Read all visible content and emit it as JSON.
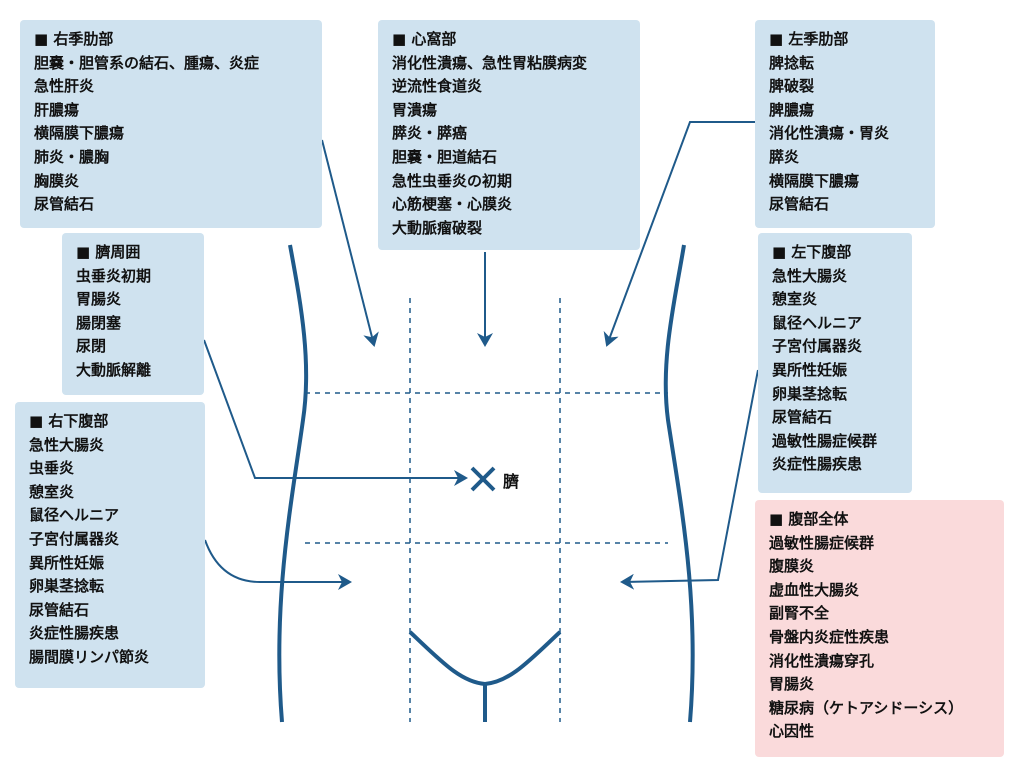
{
  "regions": [
    {
      "title": "右季肋部",
      "items": [
        "胆嚢・胆管系の結石、腫瘍、炎症",
        "急性肝炎",
        "肝膿瘍",
        "横隔膜下膿瘍",
        "肺炎・膿胸",
        "胸膜炎",
        "尿管結石"
      ]
    },
    {
      "title": "心窩部",
      "items": [
        "消化性潰瘍、急性胃粘膜病変",
        "逆流性食道炎",
        "胃潰瘍",
        "膵炎・膵癌",
        "胆嚢・胆道結石",
        "急性虫垂炎の初期",
        "心筋梗塞・心膜炎",
        "大動脈瘤破裂"
      ]
    },
    {
      "title": "左季肋部",
      "items": [
        "脾捻転",
        "脾破裂",
        "脾膿瘍",
        "消化性潰瘍・胃炎",
        "膵炎",
        "横隔膜下膿瘍",
        "尿管結石"
      ]
    },
    {
      "title": "臍周囲",
      "items": [
        "虫垂炎初期",
        "胃腸炎",
        "腸閉塞",
        "尿閉",
        "大動脈解離"
      ]
    },
    {
      "title": "左下腹部",
      "items": [
        "急性大腸炎",
        "憩室炎",
        "鼠径ヘルニア",
        "子宮付属器炎",
        "異所性妊娠",
        "卵巣茎捻転",
        "尿管結石",
        "過敏性腸症候群",
        "炎症性腸疾患"
      ]
    },
    {
      "title": "右下腹部",
      "items": [
        "急性大腸炎",
        "虫垂炎",
        "憩室炎",
        "鼠径ヘルニア",
        "子宮付属器炎",
        "異所性妊娠",
        "卵巣茎捻転",
        "尿管結石",
        "炎症性腸疾患",
        "腸間膜リンパ節炎"
      ]
    },
    {
      "title": "腹部全体",
      "items": [
        "過敏性腸症候群",
        "腹膜炎",
        "虚血性大腸炎",
        "副腎不全",
        "骨盤内炎症性疾患",
        "消化性潰瘍穿孔",
        "胃腸炎",
        "糖尿病（ケトアシドーシス）",
        "心因性"
      ]
    }
  ],
  "navel_label": "臍",
  "colors": {
    "box": "#cfe2ef",
    "highlight": "#fadadb",
    "line": "#1f5a8a"
  }
}
